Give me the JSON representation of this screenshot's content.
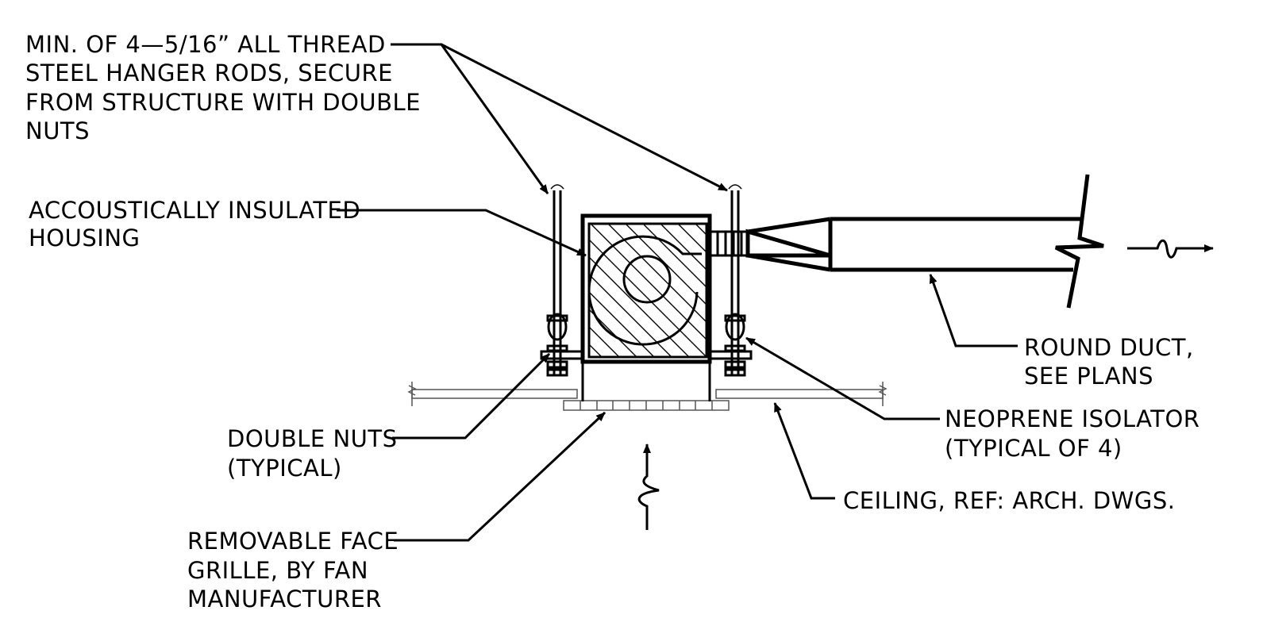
{
  "labels": {
    "hanger_rods": [
      "MIN. OF 4—5/16” ALL THREAD",
      "STEEL HANGER RODS, SECURE",
      "FROM STRUCTURE WITH DOUBLE",
      "NUTS"
    ],
    "housing": [
      "ACCOUSTICALLY INSULATED",
      "HOUSING"
    ],
    "round_duct": [
      "ROUND DUCT,",
      "SEE PLANS"
    ],
    "neoprene_isolator": [
      "NEOPRENE ISOLATOR",
      "(TYPICAL OF 4)"
    ],
    "double_nuts": [
      "DOUBLE NUTS",
      "(TYPICAL)"
    ],
    "ceiling": [
      "CEILING, REF: ARCH. DWGS."
    ],
    "face_grille": [
      "REMOVABLE FACE",
      "GRILLE, BY FAN",
      "MANUFACTURER"
    ]
  },
  "colors": {
    "ink": "#000000",
    "ceiling": "#555555",
    "background": "#ffffff"
  }
}
